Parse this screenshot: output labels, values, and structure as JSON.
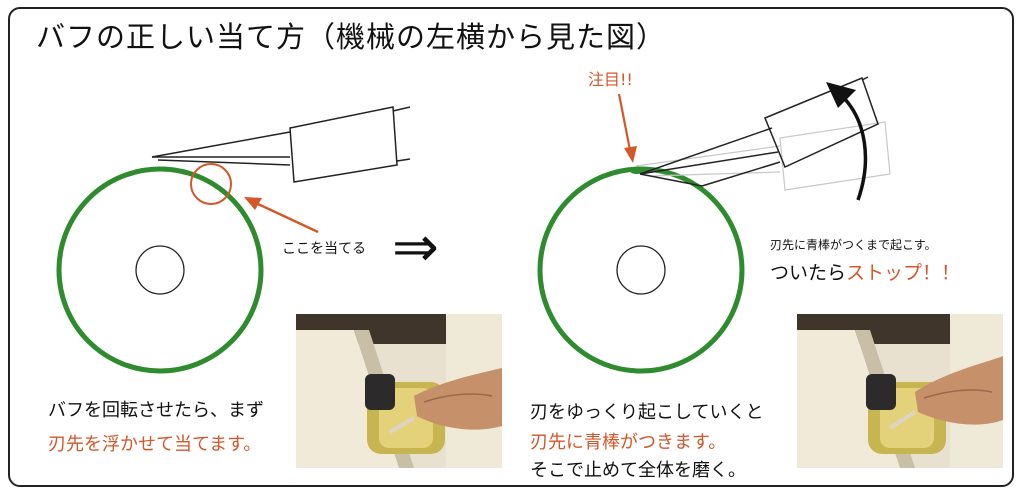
{
  "title": "バフの正しい当て方（機械の左横から見た図）",
  "left_panel": {
    "pointer_label": "ここを当てる",
    "caption_line1": "バフを回転させたら、まず",
    "caption_line2": "刃先を浮かせて当てます。"
  },
  "arrow_symbol": "⇒",
  "right_panel": {
    "attention_label": "注目!!",
    "note_small": "刃先に青棒がつくまで起こす。",
    "note_large_prefix": "ついたら",
    "note_large_highlight": "ストップ！！",
    "caption_line1": "刃をゆっくり起こしていくと",
    "caption_line2": "刃先に青棒がつきます。",
    "caption_line3": "そこで止めて全体を磨く。"
  },
  "colors": {
    "wheel": "#2e8b2e",
    "accent": "#d4572a",
    "text": "#111111"
  }
}
